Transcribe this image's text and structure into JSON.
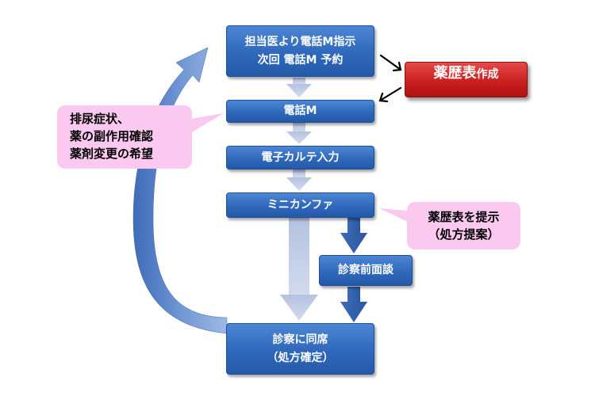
{
  "boxes": {
    "instruction": {
      "line1": "担当医より電話M指示",
      "line2": "次回 電話M 予約"
    },
    "yakureki": {
      "main": "薬歴表",
      "suffix": "作成"
    },
    "denwa": "電話M",
    "karte": "電子カルテ入力",
    "conference": "ミニカンファ",
    "pre_interview": "診察前面談",
    "exam": {
      "line1": "診察に同席",
      "line2": "（処方確定）"
    }
  },
  "callouts": {
    "left": {
      "line1": "排尿症状、",
      "line2": "薬の副作用確認",
      "line3": "薬剤変更の希望"
    },
    "right": {
      "line1": "薬歴表を提示",
      "line2": "（処方提案）"
    }
  },
  "colors": {
    "box_blue": "#2f68bb",
    "box_red": "#cc1f1f",
    "callout_pink": "#fbc8f0",
    "arrow_light": "#c5cfe6",
    "arrow_curve": "#4f7cc3"
  }
}
